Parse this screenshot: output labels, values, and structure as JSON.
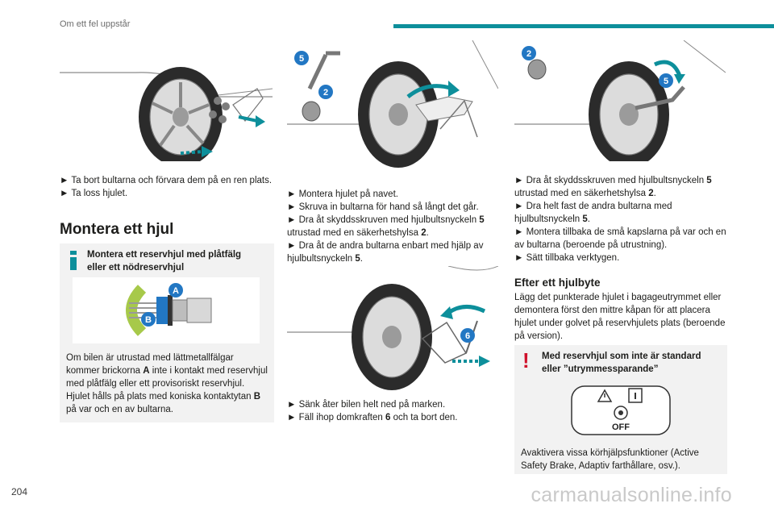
{
  "header": {
    "section_title": "Om ett fel uppstår"
  },
  "page_number": "204",
  "watermark": "carmanualsonline.info",
  "col1": {
    "steps": [
      "► Ta bort bultarna och förvara dem på en ren plats.",
      "► Ta loss hjulet."
    ],
    "heading": "Montera ett hjul",
    "info_box": {
      "title": "Montera ett reservhjul med plåtfälg eller ett nödreservhjul",
      "label_a": "A",
      "label_b": "B",
      "text_1": "Om bilen är utrustad med lättmetallfälgar kommer brickorna ",
      "text_a": "A",
      "text_2": " inte i kontakt med reservhjul med plåtfälg eller ett provisoriskt reservhjul. Hjulet hålls på plats med koniska kontaktytan ",
      "text_b": "B",
      "text_3": " på var och en av bultarna."
    }
  },
  "col2": {
    "fig1_labels": [
      "5",
      "2"
    ],
    "s1": "► Montera hjulet på navet.",
    "s2": "► Skruva in bultarna för hand så långt det går.",
    "s3a": "► Dra åt skyddsskruven med hjulbultsnyckeln ",
    "s3b": "5",
    "s3c": " utrustad med en säkerhetshylsa ",
    "s3d": "2",
    "s3e": ".",
    "s4a": "► Dra åt de andra bultarna enbart med hjälp av hjulbultsnyckeln ",
    "s4b": "5",
    "s4c": ".",
    "fig2_label": "6",
    "s5": "► Sänk åter bilen helt ned på marken.",
    "s6a": "► Fäll ihop domkraften ",
    "s6b": "6",
    "s6c": " och ta bort den."
  },
  "col3": {
    "fig_labels": [
      "2",
      "5"
    ],
    "s1a": "► Dra åt skyddsskruven med hjulbultsnyckeln ",
    "s1b": "5",
    "s1c": " utrustad med en säkerhetshylsa ",
    "s1d": "2",
    "s1e": ".",
    "s2a": "► Dra helt fast de andra bultarna med hjulbultsnyckeln ",
    "s2b": "5",
    "s2c": ".",
    "s3": "► Montera tillbaka de små kapslarna på var och en av bultarna (beroende på utrustning).",
    "s4": "► Sätt tillbaka verktygen.",
    "heading": "Efter ett hjulbyte",
    "para": "Lägg det punkterade hjulet i bagageutrymmet eller demontera först den mittre kåpan för att placera hjulet under golvet på reservhjulets plats (beroende på version).",
    "warn_title": "Med reservhjul som inte är standard eller ”utrymmessparande”",
    "warn_mark": "!",
    "off_label": "OFF",
    "warn_text": "Avaktivera vissa körhjälpsfunktioner (Active Safety Brake, Adaptiv farthållare, osv.)."
  },
  "colors": {
    "accent": "#0d8f9b",
    "warning": "#d0112b",
    "info": "#0d8f9b",
    "callout": "#2277c3",
    "gray_box": "#f2f2f2"
  }
}
